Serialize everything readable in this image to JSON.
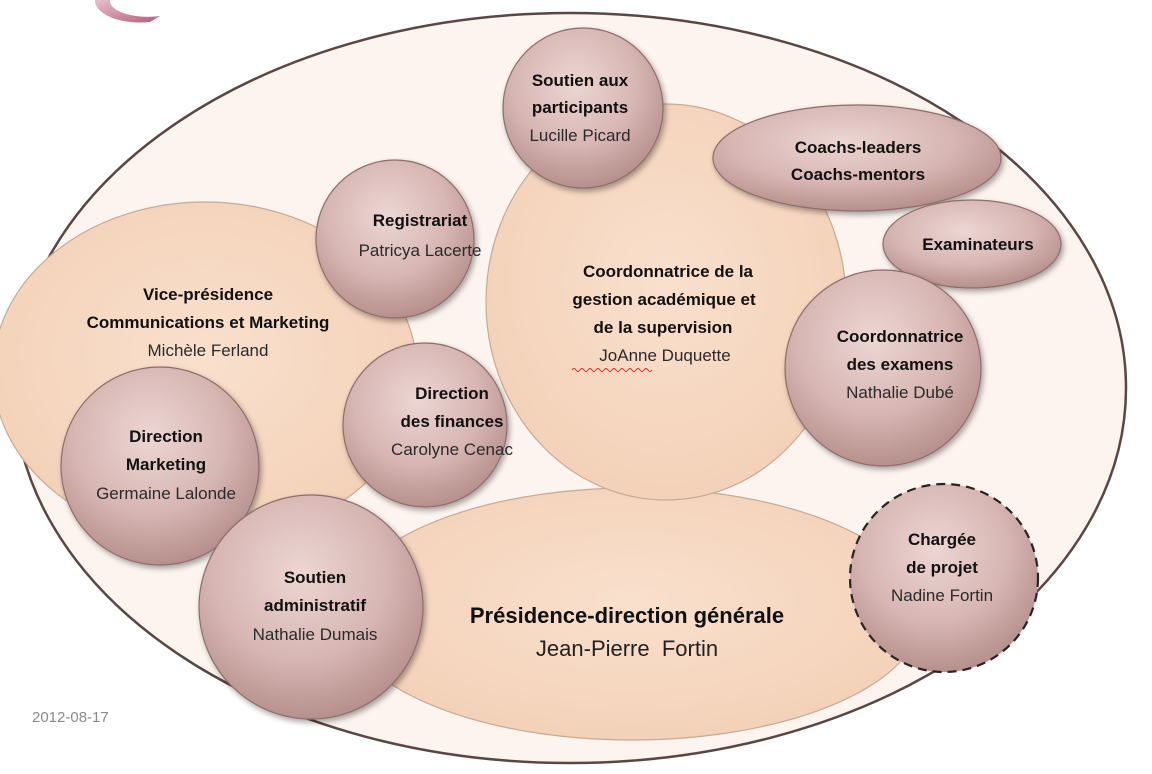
{
  "date": "2012-08-17",
  "units": {
    "presidence": {
      "title": "Présidence-direction générale",
      "name": "Jean-Pierre  Fortin"
    },
    "vice_presidence": {
      "title_1": "Vice-présidence",
      "title_2": "Communications et Marketing",
      "name": "Michèle Ferland"
    },
    "coordonnatrice_gestion": {
      "title_1": "Coordonnatrice de la",
      "title_2": "gestion académique et",
      "title_3": "de la supervision",
      "name": "JoAnne Duquette"
    },
    "soutien_participants": {
      "title_1": "Soutien aux",
      "title_2": "participants",
      "name": "Lucille Picard"
    },
    "coachs": {
      "title_1": "Coachs-leaders",
      "title_2": "Coachs-mentors"
    },
    "examinateurs": {
      "title": "Examinateurs"
    },
    "registrariat": {
      "title": "Registrariat",
      "name": "Patricya Lacerte"
    },
    "coordonnatrice_examens": {
      "title_1": "Coordonnatrice",
      "title_2": "des examens",
      "name": "Nathalie Dubé"
    },
    "direction_finances": {
      "title_1": "Direction",
      "title_2": "des finances",
      "name": "Carolyne Cenac"
    },
    "direction_marketing": {
      "title_1": "Direction",
      "title_2": "Marketing",
      "name": "Germaine Lalonde"
    },
    "soutien_administratif": {
      "title_1": "Soutien",
      "title_2": "administratif",
      "name": "Nathalie Dumais"
    },
    "chargee_projet": {
      "title_1": "Chargée",
      "title_2": "de projet",
      "name": "Nadine Fortin"
    }
  },
  "colors": {
    "outer_fill": "#fdf4ef",
    "peach_fill": "#f7d9c3",
    "peach_stroke": "#c8a893",
    "bubble_light": "#e7cdca",
    "bubble_dark": "#b58d8a",
    "bubble_stroke": "#8e6c69",
    "logo_accent": "#b3637f"
  }
}
